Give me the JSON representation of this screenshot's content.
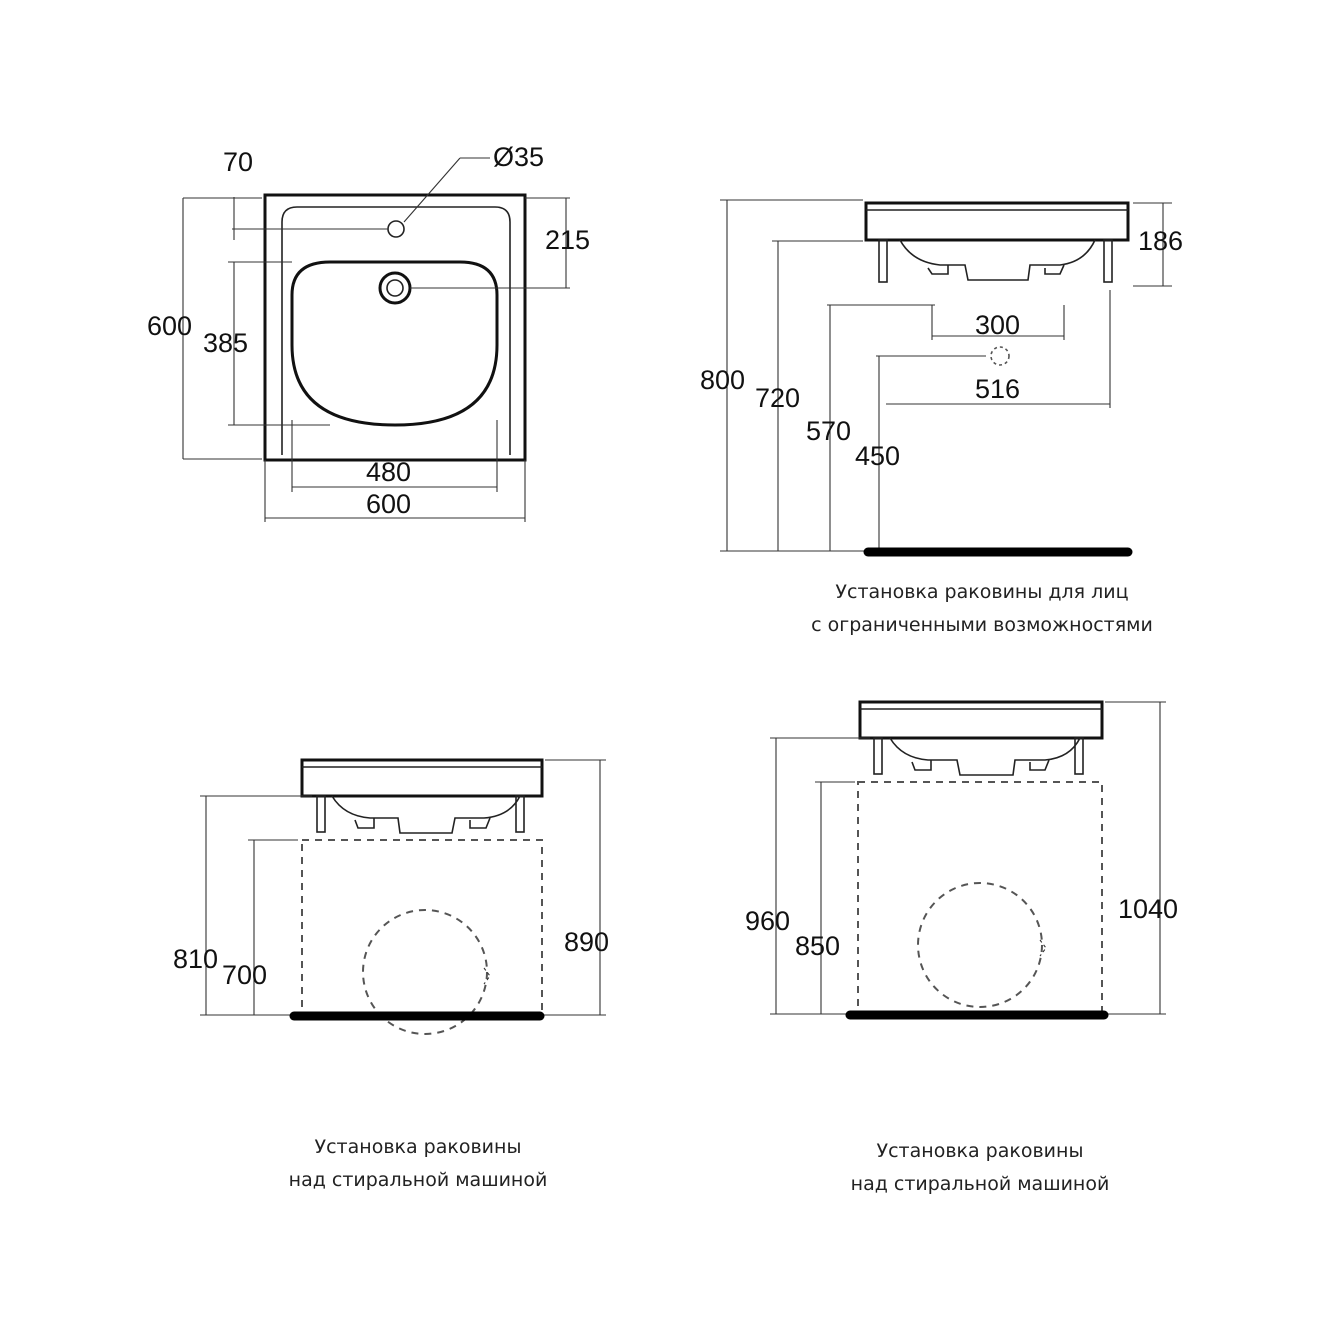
{
  "plan": {
    "dim_70": "70",
    "dim_d35": "Ø35",
    "dim_215": "215",
    "dim_600_height": "600",
    "dim_385": "385",
    "dim_480": "480",
    "dim_600_width": "600"
  },
  "accessible_install": {
    "dim_186": "186",
    "dim_300": "300",
    "dim_516": "516",
    "dim_800": "800",
    "dim_720": "720",
    "dim_570": "570",
    "dim_450": "450",
    "caption_line1": "Установка раковины для лиц",
    "caption_line2": "с ограниченными возможностями"
  },
  "washer_install_low": {
    "dim_810": "810",
    "dim_700": "700",
    "dim_890": "890",
    "caption_line1": "Установка раковины",
    "caption_line2": "над стиральной машиной"
  },
  "washer_install_high": {
    "dim_960": "960",
    "dim_850": "850",
    "dim_1040": "1040",
    "caption_line1": "Установка раковины",
    "caption_line2": "над стиральной машиной"
  }
}
